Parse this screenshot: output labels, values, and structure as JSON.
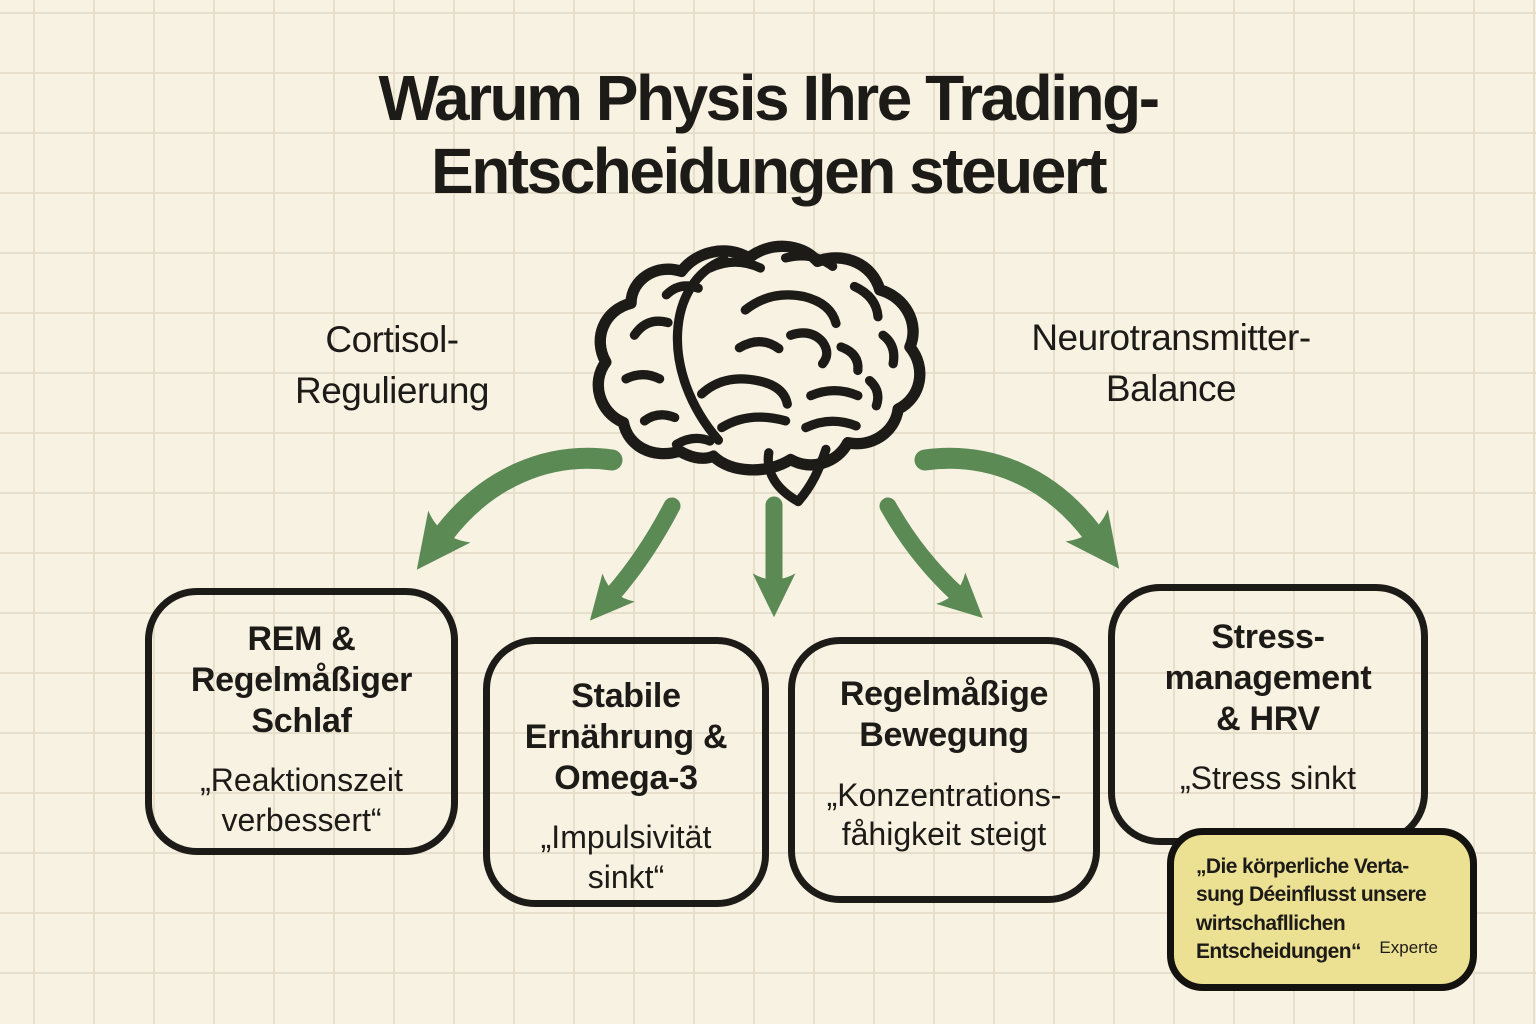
{
  "colors": {
    "background": "#f8f2e2",
    "grid_line": "#e7dfcc",
    "ink": "#1d1b17",
    "arrow_green": "#5b8a55",
    "note_yellow": "#ece093"
  },
  "title": {
    "line1": "Warum Physis Ihre Trading-",
    "line2": "Entscheidungen steuert"
  },
  "side_labels": {
    "left": "Cortisol-\nRegulierung",
    "right": "Neurotransmitter-\nBalance"
  },
  "center_icon": "brain-icon",
  "arrow_icons": [
    "arrow-curved-down-left-icon",
    "arrow-diagonal-down-left-icon",
    "arrow-straight-down-icon",
    "arrow-diagonal-down-right-icon",
    "arrow-curved-down-right-icon"
  ],
  "boxes": [
    {
      "title": "REM &\nRegelmåßiger\nSchlaf",
      "quote": "„Reaktionszeit\nverbessert“"
    },
    {
      "title": "Stabile\nErnährung &\nOmega-3",
      "quote": "„Impulsivität\nsinkt“"
    },
    {
      "title": "Regelmåßige\nBewegung",
      "quote": "„Konzentrations-\nfåhigkeit steigt"
    },
    {
      "title": "Stress-\nmanagement\n& HRV",
      "quote": "„Stress sinkt"
    }
  ],
  "note": {
    "text": "„Die körperliche Verta-\nsung Déeinflusst unsere\nwirtschafllichen\nEntscheidungen“",
    "attribution": "Experte"
  }
}
